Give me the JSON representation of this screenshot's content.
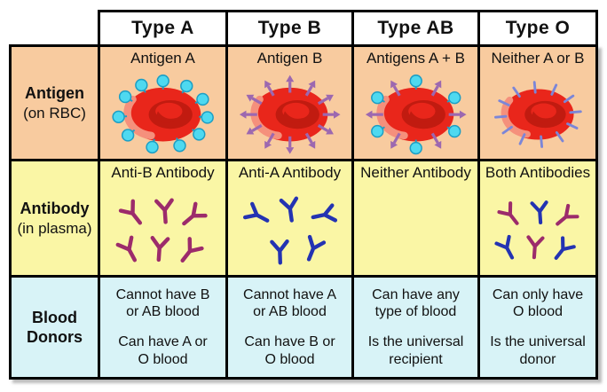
{
  "colors": {
    "border": "#000000",
    "header_bg": "#FFFFFF",
    "antigen_row_bg": "#F8CB9F",
    "antibody_row_bg": "#FAF6A5",
    "donors_row_bg": "#D8F3F7",
    "rbc_red": "#E9261B",
    "rbc_dark": "#C11B10",
    "rbc_light": "#F5907C",
    "antigen_a_circle": "#4ED9F0",
    "antigen_a_circle_edge": "#1D9EC4",
    "antigen_b_arrow": "#9C68B0",
    "type_o_spike": "#7B86D8",
    "antibody_magenta": "#9C2B6B",
    "antibody_blue": "#2433B2"
  },
  "header": {
    "columns": [
      "Type A",
      "Type B",
      "Type AB",
      "Type O"
    ]
  },
  "rows": {
    "antigen": {
      "label": "Antigen",
      "sublabel": "(on RBC)",
      "cells": [
        {
          "label": "Antigen A",
          "decoration": "circles",
          "icon": "rbc-with-circle-antigens"
        },
        {
          "label": "Antigen B",
          "decoration": "arrows",
          "icon": "rbc-with-arrow-antigens"
        },
        {
          "label": "Antigens A + B",
          "decoration": "circles-and-arrows",
          "icon": "rbc-with-both-antigens"
        },
        {
          "label": "Neither A or B",
          "decoration": "spikes",
          "icon": "rbc-plain"
        }
      ]
    },
    "antibody": {
      "label": "Antibody",
      "sublabel": "(in plasma)",
      "cells": [
        {
          "label": "Anti-B Antibody",
          "antibodies": [
            "magenta",
            "magenta",
            "magenta",
            "magenta",
            "magenta",
            "magenta"
          ]
        },
        {
          "label": "Anti-A Antibody",
          "antibodies": [
            "blue",
            "blue",
            "blue",
            "blue",
            "blue"
          ]
        },
        {
          "label": "Neither Antibody",
          "antibodies": []
        },
        {
          "label": "Both Antibodies",
          "antibodies": [
            "magenta",
            "blue",
            "magenta",
            "blue",
            "magenta",
            "blue"
          ]
        }
      ]
    },
    "donors": {
      "label": "Blood\nDonors",
      "cells": [
        {
          "text1": "Cannot have B\nor AB blood",
          "text2": "Can have A or\nO blood"
        },
        {
          "text1": "Cannot have A\nor AB blood",
          "text2": "Can have B or\nO blood"
        },
        {
          "text1": "Can have any\ntype of blood",
          "text2": "Is the universal\nrecipient"
        },
        {
          "text1": "Can only have\nO blood",
          "text2": "Is the universal\ndonor"
        }
      ]
    }
  }
}
